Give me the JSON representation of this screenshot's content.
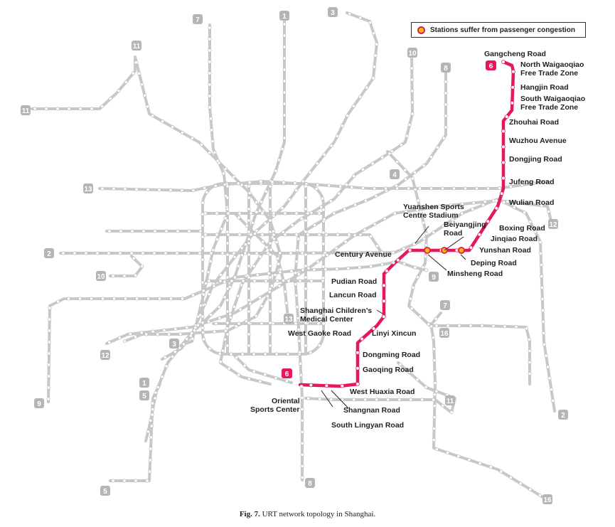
{
  "legend": {
    "text": "Stations suffer from passenger congestion",
    "marker_color": "#e5185a",
    "marker_fill": "#f5c200"
  },
  "caption": {
    "label": "Fig. 7.",
    "text": " URT network topology in Shanghai."
  },
  "colors": {
    "network": "#c8c8c8",
    "line6": "#e5185a",
    "station": "#ffffff",
    "badge_gray": "#b5b5b5"
  },
  "line6": {
    "badge": "6",
    "stations": [
      "Gangcheng Road",
      "North Waigaoqiao Free Trade Zone",
      "Hangjin Road",
      "South Waigaoqiao Free Trade Zone",
      "Zhouhai Road",
      "Wuzhou Avenue",
      "Dongjing Road",
      "Jufeng Road",
      "Wulian Road",
      "Boxing Road",
      "Jinqiao Road",
      "Yunshan Road",
      "Deping Road",
      "Beiyangjing Road",
      "Minsheng Road",
      "Yuanshen Sports Centre Stadium",
      "Century Avenue",
      "Pudian Road",
      "Lancun Road",
      "Shanghai Children's Medical Center",
      "Linyi Xincun",
      "West Gaoke Road",
      "Dongming Road",
      "Gaoqing Road",
      "West Huaxia Road",
      "Shangnan Road",
      "South Lingyan Road",
      "Oriental Sports Center"
    ],
    "congested_stations": [
      "Yunshan Road",
      "Deping Road",
      "Beiyangjing Road",
      "Minsheng Road"
    ]
  },
  "line_badges": [
    "7",
    "1",
    "3",
    "11",
    "11",
    "10",
    "8",
    "13",
    "4",
    "2",
    "10",
    "9",
    "13",
    "12",
    "7",
    "16",
    "3",
    "12",
    "1",
    "5",
    "9",
    "11",
    "2",
    "5",
    "8",
    "16"
  ]
}
